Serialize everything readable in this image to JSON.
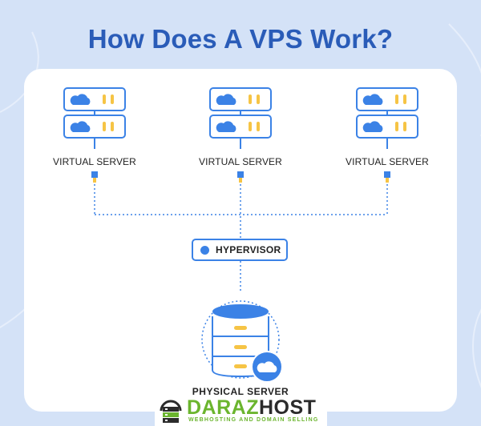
{
  "title": "How Does A VPS Work?",
  "virtual_servers": [
    {
      "label": "VIRTUAL SERVER"
    },
    {
      "label": "VIRTUAL SERVER"
    },
    {
      "label": "VIRTUAL SERVER"
    }
  ],
  "hypervisor": {
    "label": "HYPERVISOR"
  },
  "physical_server": {
    "label": "PHYSICAL SERVER"
  },
  "logo": {
    "brand_part1": "DARAZ",
    "brand_part2": "HOST",
    "tagline": "WEBHOSTING AND DOMAIN SELLING"
  },
  "colors": {
    "background": "#d4e2f7",
    "title": "#2a5cb8",
    "accent_blue": "#3b82e6",
    "accent_yellow": "#f6c445",
    "logo_green": "#6bb52e"
  },
  "icons": [
    "server-unit-icon",
    "cloud-icon",
    "database-icon",
    "cloud-badge-icon",
    "hypervisor-dot-icon"
  ]
}
